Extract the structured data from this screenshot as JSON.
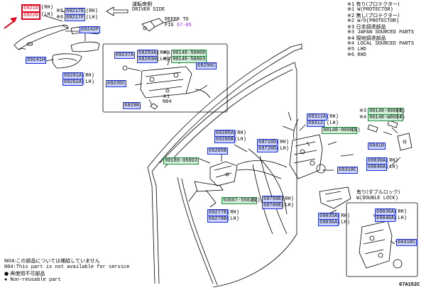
{
  "legend": {
    "items": [
      "※1 有り(プロテクター)",
      "※1 W(PROTECTOR)",
      "※2 無し(プロテクター)",
      "※2 W/O(PROTECTOR)",
      "※3 日本調達部品",
      "※3 JAPAN SOURCED PARTS",
      "※4 現地調達部品",
      "※4 LOCAL SOURCED PARTS",
      "※5 LHD",
      "※6 RHD"
    ]
  },
  "driver_side": {
    "jp": "運転席側",
    "en": "DRIVER SIDE"
  },
  "refer": {
    "text": "REFER TO",
    "fig_prefix": "FIG",
    "fig_number": "67-65"
  },
  "double_lock": {
    "jp": "有り(ダブルロック)",
    "en": "W(DOUBLE LOCK)"
  },
  "notes": {
    "n04_jp": "N04:この部品については補給していません",
    "n04_en": "N04:This part is not available for service",
    "bullet1": "● 再使用不可部品",
    "bullet2": "● Non-reusable part"
  },
  "figure_id": "67A152C",
  "callouts": {
    "p69210": "69210",
    "p69220": "69220",
    "p69217e": "69217E",
    "p69217f": "69217F",
    "p69242f": "69242F",
    "p69241h": "69241H",
    "p69237a": "69237A",
    "p69293a": "69293A",
    "p69293h": "69293H",
    "p90148_50008": "90148-50008",
    "p90148_50003": "90148-50003",
    "p69296c": "69296C",
    "p69201a": "69201A",
    "p69202a": "69202A",
    "p69235c": "69235C",
    "p69298": "69298",
    "p69205a": "69205A",
    "p69206b": "69206B",
    "p69205b": "69205B",
    "p90189": "90189-05003",
    "p69710d": "69710D",
    "p69720d": "69720D",
    "p69311a": "69311A",
    "p69312": "69312",
    "p90148_80083": "90148-80083",
    "p90148_80065": "90148-80065",
    "p90148_w0034": "90148-W0034",
    "p69410": "69410",
    "p69030a": "69030A",
    "p69040a": "69040A",
    "p69318c": "69318C",
    "p69318c_b": "69318C",
    "p93567": "93567-55020",
    "p69750e": "69750E",
    "p69760e": "69760E",
    "p69277b": "69277B",
    "p69278b": "69278B",
    "p69035a": "69035A",
    "p69036a": "69036A",
    "p69030a_b": "69030A",
    "p69040a_b": "69040A"
  },
  "suffix": {
    "rh": "(RH)",
    "lh": "(LH)",
    "s5": "※5",
    "s6": "※6",
    "s1": "※1",
    "s2": "※2",
    "s3": "※3",
    "s4": "※4",
    "c1": "(1)",
    "c2": "(2)",
    "c4": "(4)",
    "n04": "N04"
  },
  "colors": {
    "callout_border": "#1c2fd6",
    "callout_fill": "#ccd4ff",
    "local_border": "#1f8a3a",
    "local_fill": "#d2f0da",
    "highlight": "#e0001b",
    "fig_link": "#8a2bd6"
  }
}
